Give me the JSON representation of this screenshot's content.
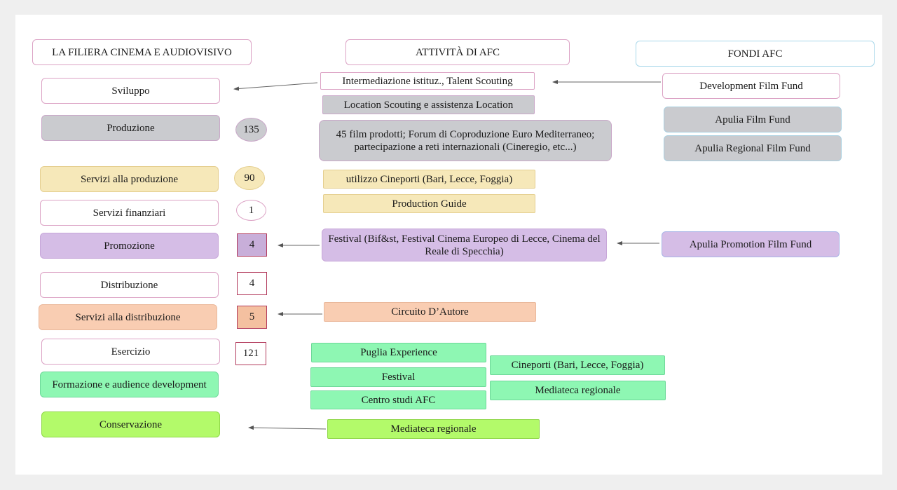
{
  "headers": {
    "filiera": "LA FILIERA CINEMA E AUDIOVISIVO",
    "attivita": "ATTIVITÀ DI AFC",
    "fondi": "FONDI AFC"
  },
  "filiera": {
    "sviluppo": "Sviluppo",
    "produzione": "Produzione",
    "servizi_produzione": "Servizi alla produzione",
    "servizi_finanziari": "Servizi finanziari",
    "promozione": "Promozione",
    "distribuzione": "Distribuzione",
    "servizi_distribuzione": "Servizi alla distribuzione",
    "esercizio": "Esercizio",
    "formazione": "Formazione e audience development",
    "conservazione": "Conservazione"
  },
  "counts": {
    "produzione": "135",
    "servizi_produzione": "90",
    "servizi_finanziari": "1",
    "promozione": "4",
    "distribuzione": "4",
    "servizi_distribuzione": "5",
    "esercizio": "121"
  },
  "attivita": {
    "intermediazione": "Intermediazione istituz., Talent Scouting",
    "location": "Location Scouting e assistenza Location",
    "film_prodotti": "45 film prodotti; Forum di Coproduzione Euro Mediterraneo; partecipazione a reti internazionali (Cineregio, etc...)",
    "cineporti": "utilizzo Cineporti (Bari, Lecce, Foggia)",
    "production_guide": "Production Guide",
    "festival_promo": "Festival (Bif&st, Festival Cinema Europeo di Lecce, Cinema del Reale di Specchia)",
    "circuito": "Circuito D’Autore",
    "puglia_experience": "Puglia  Experience",
    "festival": "Festival",
    "centro_studi": "Centro studi AFC",
    "cineporti_esercizio": "Cineporti (Bari, Lecce, Foggia)",
    "mediateca_esercizio": "Mediateca regionale",
    "mediateca_conservazione": "Mediateca regionale"
  },
  "fondi": {
    "development": "Development Film Fund",
    "apulia_film": "Apulia Film Fund",
    "apulia_regional": "Apulia Regional Film Fund",
    "apulia_promotion": "Apulia Promotion Film Fund"
  }
}
